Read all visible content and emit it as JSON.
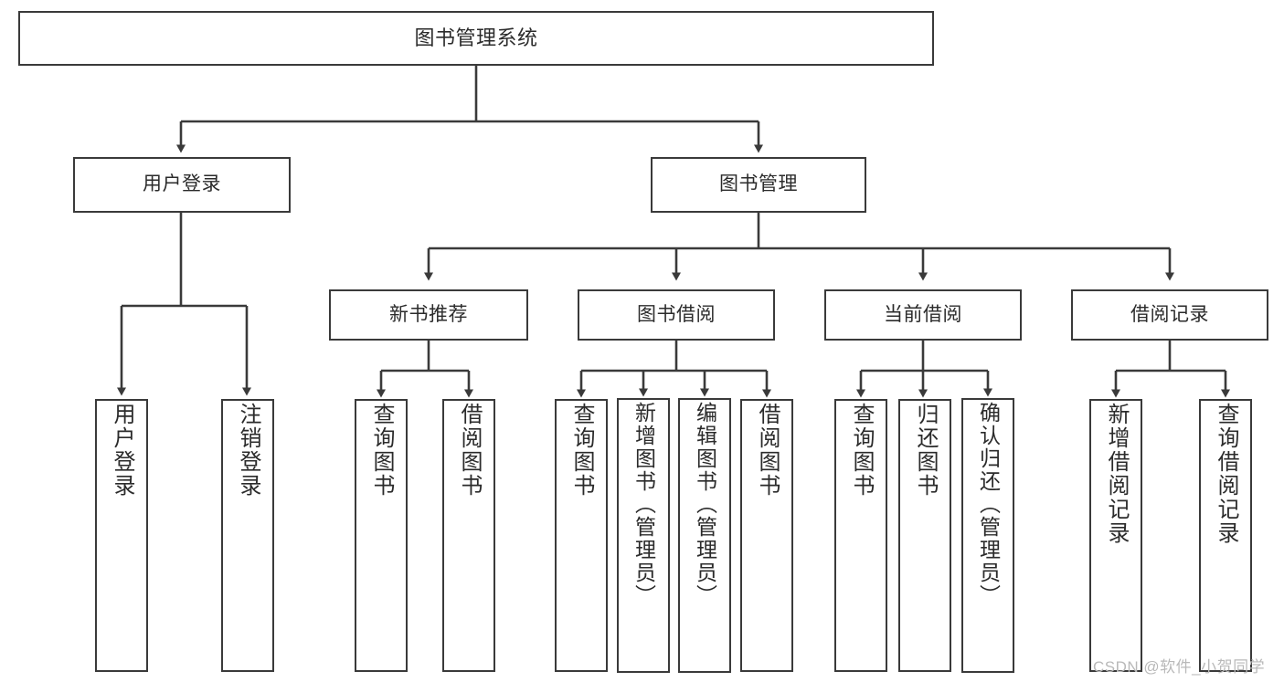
{
  "diagram": {
    "title": "图书管理系统",
    "type": "tree-hierarchy",
    "orientation": "top-down",
    "colors": {
      "background": "#ffffff",
      "box_border": "#3a3a3a",
      "box_fill": "#ffffff",
      "text": "#2b2b2b",
      "connector": "#3a3a3a",
      "watermark": "#b9b9b9"
    },
    "watermark": "CSDN @软件_小贺同学",
    "nodes": {
      "root": {
        "label": "图书管理系统"
      },
      "level1": [
        {
          "id": "user-login",
          "label": "用户登录"
        },
        {
          "id": "book-manage",
          "label": "图书管理"
        }
      ],
      "level2": [
        {
          "id": "new-book-rec",
          "label": "新书推荐"
        },
        {
          "id": "book-borrow",
          "label": "图书借阅"
        },
        {
          "id": "current-borrow",
          "label": "当前借阅"
        },
        {
          "id": "borrow-record",
          "label": "借阅记录"
        }
      ],
      "leaves": {
        "user_login": [
          {
            "id": "leaf-user-login",
            "label": "用户登录"
          },
          {
            "id": "leaf-logout-login",
            "label": "注销登录"
          }
        ],
        "new_book_rec": [
          {
            "id": "leaf-query-book-1",
            "label": "查询图书"
          },
          {
            "id": "leaf-borrow-book-1",
            "label": "借阅图书"
          }
        ],
        "book_borrow": [
          {
            "id": "leaf-query-book-2",
            "label": "查询图书"
          },
          {
            "id": "leaf-add-book",
            "label": "新增图书（管理员）"
          },
          {
            "id": "leaf-edit-book",
            "label": "编辑图书（管理员）"
          },
          {
            "id": "leaf-borrow-book-2",
            "label": "借阅图书"
          }
        ],
        "current_borrow": [
          {
            "id": "leaf-query-book-3",
            "label": "查询图书"
          },
          {
            "id": "leaf-return-book",
            "label": "归还图书"
          },
          {
            "id": "leaf-confirm-return",
            "label": "确认归还（管理员）"
          }
        ],
        "borrow_record": [
          {
            "id": "leaf-add-record",
            "label": "新增借阅记录"
          },
          {
            "id": "leaf-query-record",
            "label": "查询借阅记录"
          }
        ]
      }
    }
  }
}
